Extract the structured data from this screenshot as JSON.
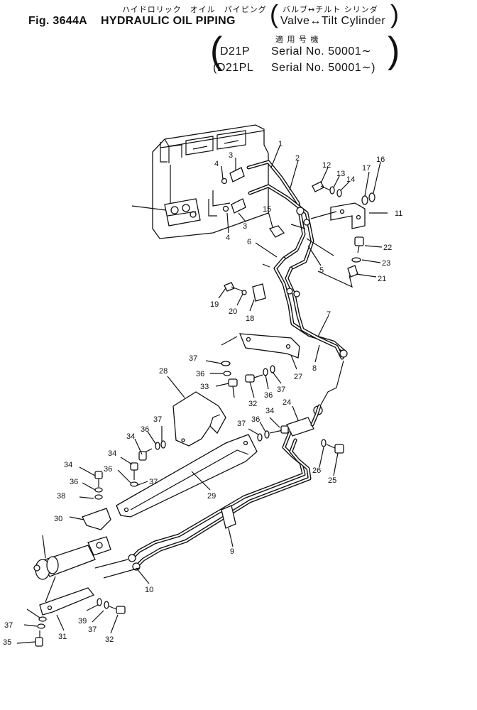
{
  "header": {
    "fig_no": "Fig. 3644A",
    "title_jp": "ハイドロリック　オイル　パイピング",
    "title_en": "HYDRAULIC OIL PIPING",
    "subtitle_jp": "バルブ↔チルト シリンダ",
    "subtitle_en": "Valve↔Tilt Cylinder",
    "applicability_jp": "適 用 号 機",
    "models": [
      {
        "model": "D21P",
        "serial": "Serial No. 50001∼"
      },
      {
        "model": "D21PL",
        "serial": "Serial No. 50001∼"
      }
    ]
  },
  "callouts": [
    "1",
    "2",
    "3",
    "3",
    "4",
    "4",
    "5",
    "6",
    "7",
    "8",
    "9",
    "10",
    "11",
    "12",
    "13",
    "14",
    "15",
    "16",
    "17",
    "18",
    "19",
    "20",
    "21",
    "22",
    "23",
    "24",
    "25",
    "26",
    "27",
    "28",
    "29",
    "30",
    "31",
    "32",
    "32",
    "33",
    "34",
    "34",
    "34",
    "34",
    "35",
    "36",
    "36",
    "36",
    "36",
    "36",
    "36",
    "37",
    "37",
    "37",
    "37",
    "37",
    "37",
    "37",
    "38",
    "39"
  ]
}
